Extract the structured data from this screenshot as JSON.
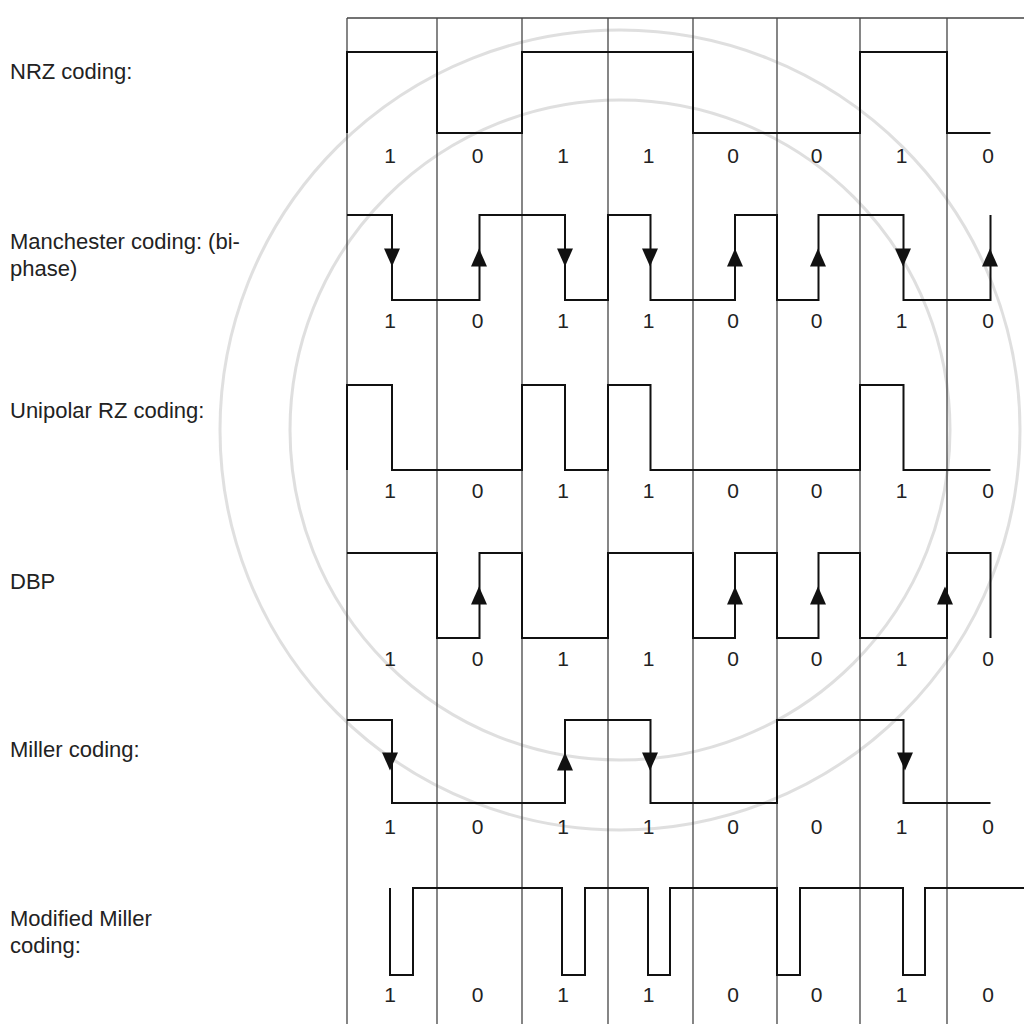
{
  "diagram": {
    "labels": [
      "NRZ coding:",
      "1",
      "0",
      "1",
      "1",
      "0",
      "0",
      "1",
      "0",
      "Manchester coding: (bi-phase)",
      "1",
      "0",
      "1",
      "1",
      "0",
      "0",
      "1",
      "0",
      "Unipolar RZ coding:",
      "1",
      "0",
      "1",
      "1",
      "0",
      "0",
      "1",
      "0",
      "DBP",
      "1",
      "0",
      "1",
      "1",
      "0",
      "0",
      "1",
      "0",
      "Miller coding:",
      "1",
      "0",
      "1",
      "1",
      "0",
      "0",
      "1",
      "0",
      "Modified Miller coding:",
      "1",
      "0",
      "1",
      "1",
      "0",
      "0",
      "1",
      "0"
    ]
  }
}
